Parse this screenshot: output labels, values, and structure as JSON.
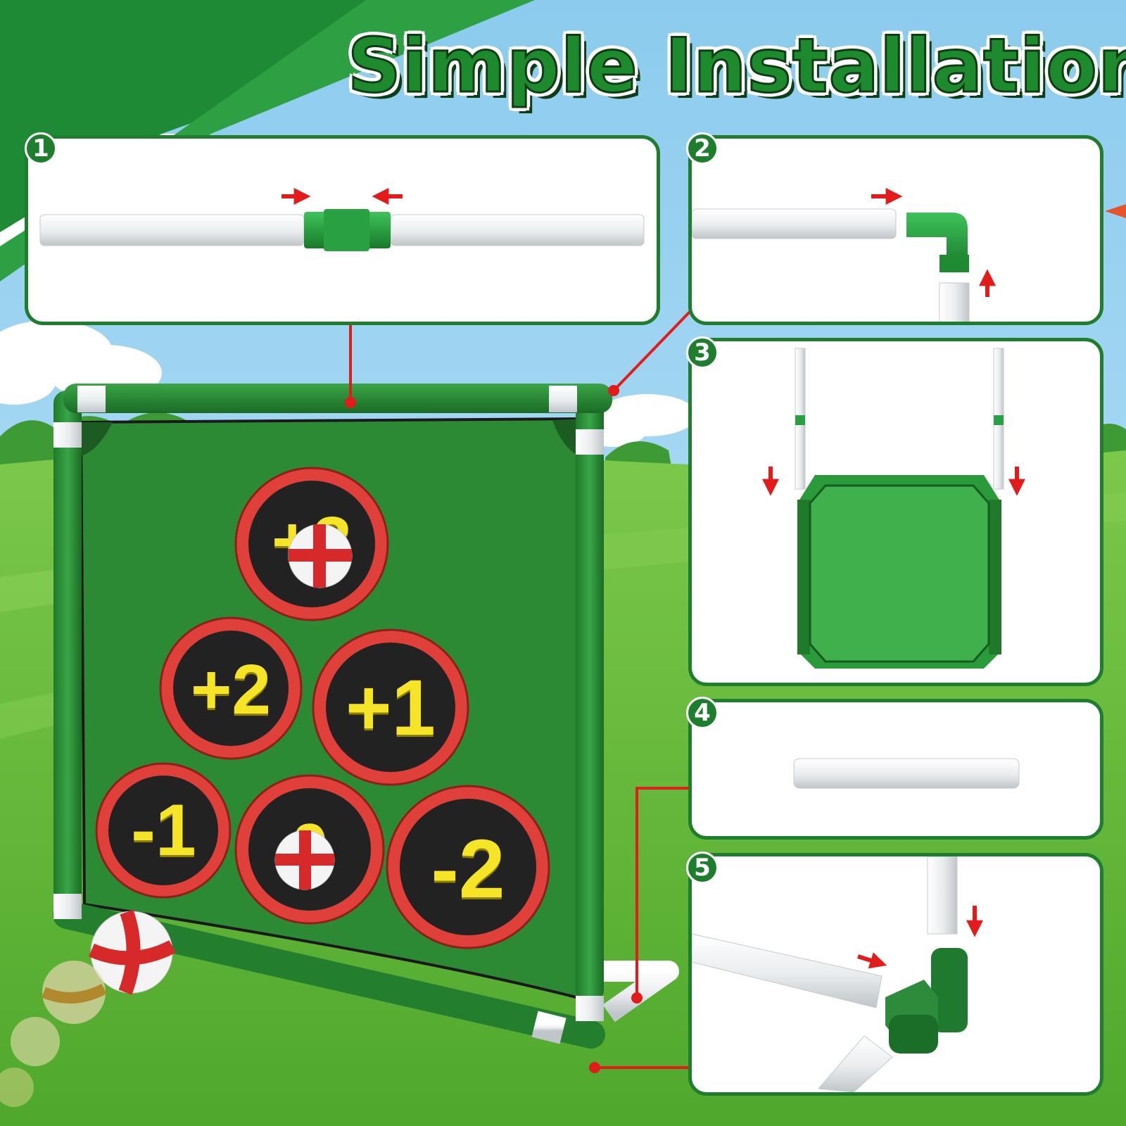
{
  "title": "Simple Installation",
  "steps": [
    {
      "number": "1"
    },
    {
      "number": "2"
    },
    {
      "number": "3"
    },
    {
      "number": "4"
    },
    {
      "number": "5"
    }
  ],
  "targets": [
    {
      "label": "+3"
    },
    {
      "label": "+2"
    },
    {
      "label": "+1"
    },
    {
      "label": "-1"
    },
    {
      "label": "0"
    },
    {
      "label": "-2"
    }
  ],
  "colors": {
    "sky": "#9fd6f2",
    "grass": "#5fb83a",
    "frame_green": "#2a8a34",
    "panel_border": "#1e7e2e",
    "target_red": "#e0403a",
    "target_dark": "#222222",
    "score_yellow": "#f5e428",
    "arrow_red": "#e21b1b"
  }
}
